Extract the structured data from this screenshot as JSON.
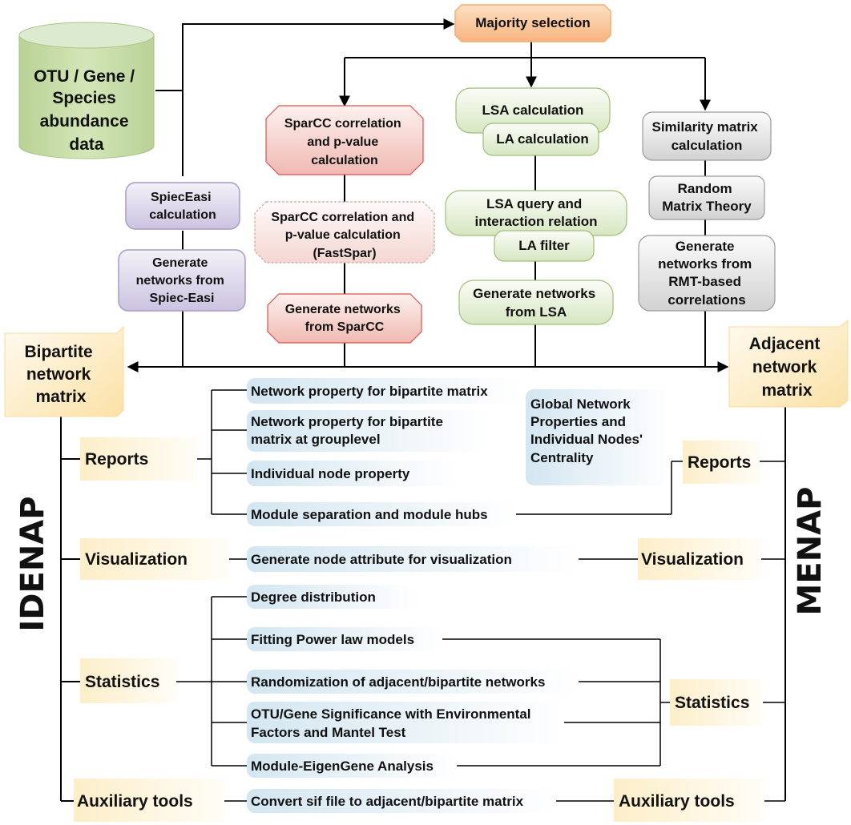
{
  "source": {
    "lines": [
      "OTU / Gene /",
      "Species",
      "abundance",
      "data"
    ]
  },
  "majority": {
    "label": "Majority selection"
  },
  "spiec": {
    "calc": [
      "SpiecEasi",
      "calculation"
    ],
    "generate": [
      "Generate",
      "networks from",
      "Spiec-Easi"
    ]
  },
  "sparcc": {
    "calc": [
      "SparCC correlation",
      "and p-value",
      "calculation"
    ],
    "fastspar": [
      "SparCC correlation and",
      "p-value calculation",
      "(FastSpar)"
    ],
    "generate": [
      "Generate networks",
      "from SparCC"
    ]
  },
  "lsa": {
    "calc": "LSA calculation",
    "la_calc": "LA calculation",
    "query": [
      "LSA query and",
      "interaction relation"
    ],
    "la_filter": "LA filter",
    "generate": [
      "Generate networks",
      "from LSA"
    ]
  },
  "rmt": {
    "similarity": [
      "Similarity matrix",
      "calculation"
    ],
    "theory": [
      "Random",
      "Matrix Theory"
    ],
    "generate": [
      "Generate",
      "networks from",
      "RMT-based",
      "correlations"
    ]
  },
  "bipartite": {
    "lines": [
      "Bipartite",
      "network",
      "matrix"
    ]
  },
  "adjacent": {
    "lines": [
      "Adjacent",
      "network",
      "matrix"
    ]
  },
  "idenap": {
    "label": "IDENAP"
  },
  "menap": {
    "label": "MENAP"
  },
  "left_categories": {
    "reports": "Reports",
    "visualization": "Visualization",
    "statistics": "Statistics",
    "auxiliary": "Auxiliary tools"
  },
  "right_categories": {
    "reports": "Reports",
    "visualization": "Visualization",
    "statistics": "Statistics",
    "auxiliary": "Auxiliary tools"
  },
  "features": {
    "net_prop": "Network property for bipartite matrix",
    "net_prop_group": [
      "Network property for bipartite",
      "matrix at grouplevel"
    ],
    "node_prop": "Individual node property",
    "module_sep": "Module separation and module hubs",
    "global": [
      "Global Network",
      "Properties and",
      "Individual Nodes'",
      "Centrality"
    ],
    "node_attr": "Generate node attribute for visualization",
    "degree": "Degree distribution",
    "power_law": "Fitting Power law models",
    "randomization": "Randomization of adjacent/bipartite networks",
    "otu_sig": [
      "OTU/Gene Significance with Environmental",
      "Factors and Mantel Test"
    ],
    "eigengene": "Module-EigenGene Analysis",
    "convert": "Convert sif file to adjacent/bipartite matrix"
  },
  "colors": {
    "source_green": "#c6dba5",
    "majority_orange": "#f9c89a",
    "spiec_purple": "#dcd6ea",
    "sparcc_pink": "#f6cfc9",
    "lsa_green": "#e4efd6",
    "rmt_gray": "#e0e0e0",
    "matrix_yellow": "#fbe7b5",
    "feature_blue": "#dcebf4"
  }
}
